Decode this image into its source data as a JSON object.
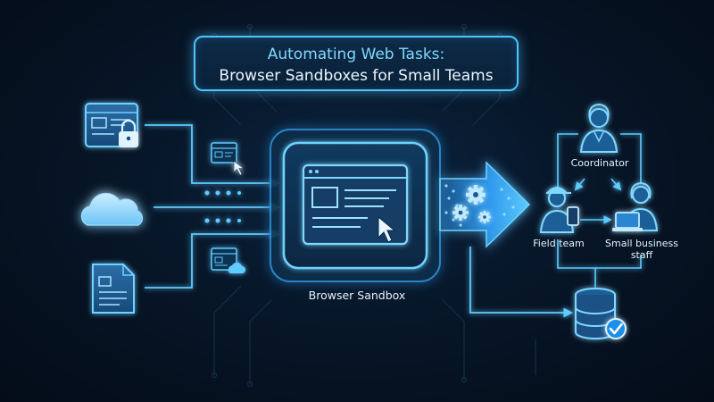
{
  "title": {
    "line1": "Automating Web Tasks:",
    "line2": "Browser Sandboxes for Small Teams"
  },
  "center": {
    "label": "Browser Sandbox"
  },
  "roles": {
    "coordinator": "Coordinator",
    "field_team": "Field team",
    "small_business_staff": "Small business staff"
  },
  "inputs": [
    "secure-webpage-icon",
    "cloud-icon",
    "document-icon"
  ],
  "colors": {
    "background": "#071628",
    "accent": "#4fc3ff",
    "glow": "#2aa8ff",
    "text": "#e6f3ff"
  }
}
